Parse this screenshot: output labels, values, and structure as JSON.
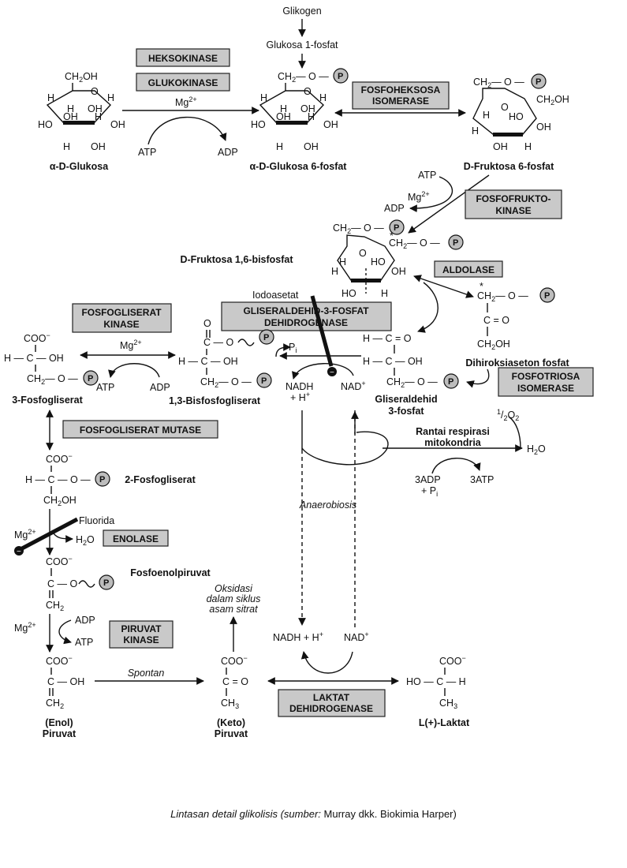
{
  "top": {
    "glikogen": "Glikogen",
    "g1p": "Glukosa 1-fosfat"
  },
  "enzymes": {
    "heksokinase": "HEKSOKINASE",
    "glukokinase": "GLUKOKINASE",
    "fosfoheksosa": [
      "FOSFOHEKSOSA",
      "ISOMERASE"
    ],
    "fosfofrukto": [
      "FOSFOFRUKTO-",
      "KINASE"
    ],
    "aldolase": "ALDOLASE",
    "gapdh": [
      "GLISERALDEHID-3-FOSFAT",
      "DEHIDROGENASE"
    ],
    "fosfogliserat_kinase": [
      "FOSFOGLISERAT",
      "KINASE"
    ],
    "fosfotriosa": [
      "FOSFOTRIOSA",
      "ISOMERASE"
    ],
    "mutase": "FOSFOGLISERAT MUTASE",
    "enolase": "ENOLASE",
    "piruvat_kinase": [
      "PIRUVAT",
      "KINASE"
    ],
    "laktat_dh": [
      "LAKTAT",
      "DEHIDROGENASE"
    ]
  },
  "compounds": {
    "glukosa": "α-D-Glukosa",
    "g6p": "α-D-Glukosa 6-fosfat",
    "f6p": "D-Fruktosa 6-fosfat",
    "f16bp": "D-Fruktosa 1,6-bisfosfat",
    "dhap": "Dihiroksiaseton fosfat",
    "gap": [
      "Gliseraldehid",
      "3-fosfat"
    ],
    "bpg": "1,3-Bisfosfogliserat",
    "pg3": "3-Fosfogliserat",
    "pg2": "2-Fosfogliserat",
    "pep": "Fosfoenolpiruvat",
    "enol": [
      "(Enol)",
      "Piruvat"
    ],
    "keto": [
      "(Keto)",
      "Piruvat"
    ],
    "laktat": "L(+)-Laktat"
  },
  "cofactors": {
    "atp": "ATP",
    "adp": "ADP",
    "mg": "Mg",
    "nadh": "NADH",
    "hplus": "+ H",
    "nad": "NAD",
    "nadh_h": "NADH + H",
    "pi": "P",
    "half_o2": "O",
    "h2o": "H",
    "adp3": "3ADP",
    "pi3": "+ P",
    "atp3": "3ATP"
  },
  "labels": {
    "iodoasetat": "Iodoasetat",
    "fluorida": "Fluorida",
    "anaerobiosis": "Anaerobiosis",
    "rantai": [
      "Rantai respirasi",
      "mitokondria"
    ],
    "oksidasi": [
      "Oksidasi",
      "dalam siklus",
      "asam sitrat"
    ],
    "spontan": "Spontan"
  },
  "caption": {
    "italic": "Lintasan detail  glikolisis (sumber: ",
    "normal": "Murray dkk. Biokimia Harper)"
  }
}
